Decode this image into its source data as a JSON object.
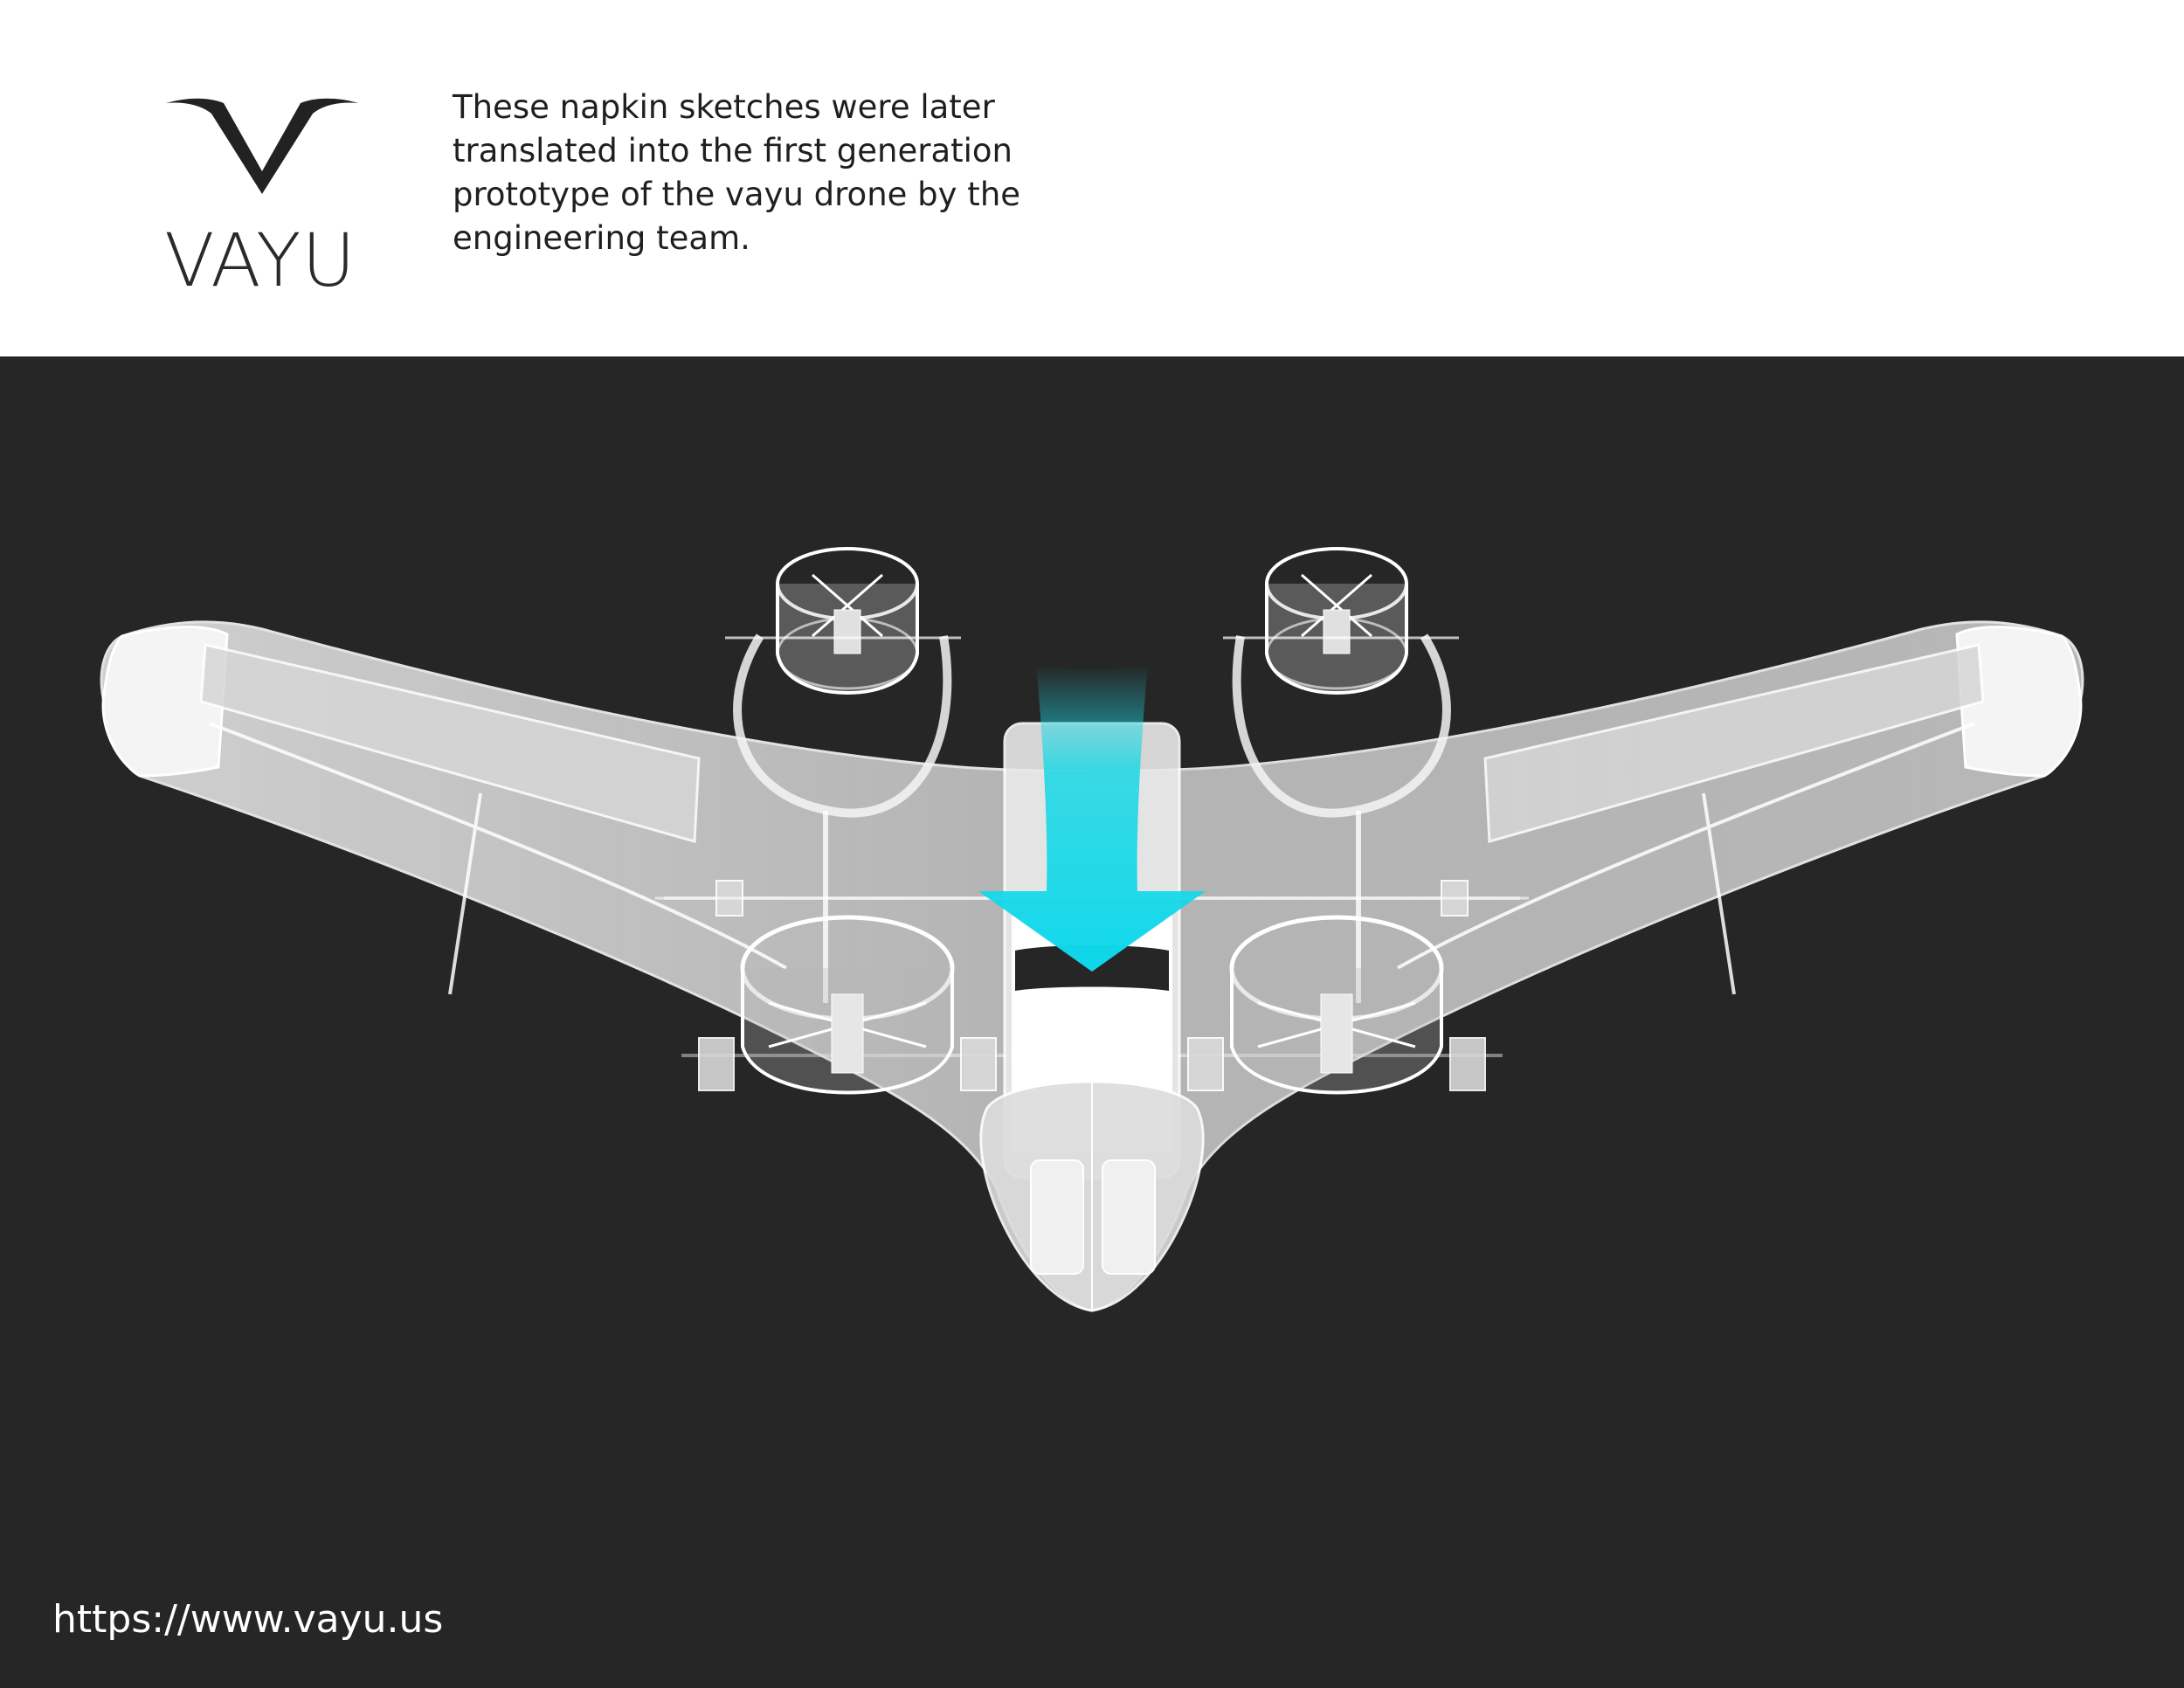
{
  "brand": {
    "name": "VAYU",
    "logo_icon": "vayu-wing-mark"
  },
  "intro": {
    "text": "These napkin sketches were later translated into the first generation prototype of the vayu drone by the engineering team."
  },
  "figure": {
    "subject": "drone-xray-render",
    "arrow_color": "#19d7e3",
    "background": "#262626"
  },
  "footer": {
    "url": "https://www.vayu.us"
  }
}
